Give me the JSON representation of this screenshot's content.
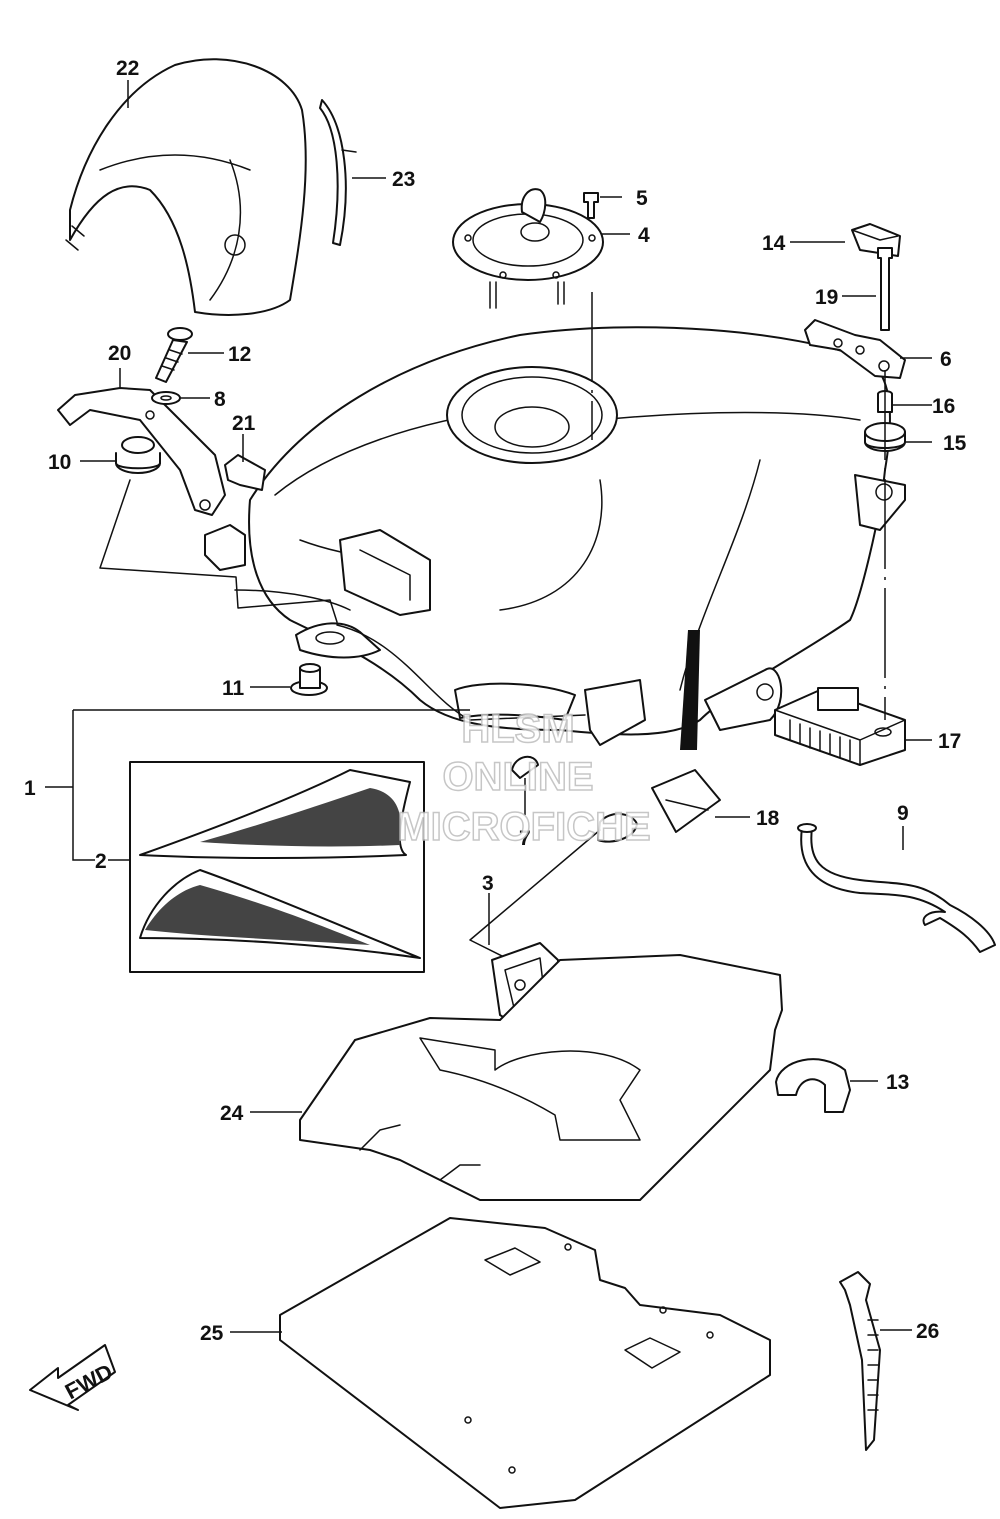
{
  "callouts": {
    "c1": "1",
    "c2": "2",
    "c3": "3",
    "c4": "4",
    "c5": "5",
    "c6": "6",
    "c7": "7",
    "c8": "8",
    "c9": "9",
    "c10": "10",
    "c11": "11",
    "c12": "12",
    "c13": "13",
    "c14": "14",
    "c15": "15",
    "c16": "16",
    "c17": "17",
    "c18": "18",
    "c19": "19",
    "c20": "20",
    "c21": "21",
    "c22": "22",
    "c23": "23",
    "c24": "24",
    "c25": "25",
    "c26": "26"
  },
  "watermark": {
    "line1": "HLSM",
    "line2": "ONLINE",
    "line3": "MICROFICHE"
  },
  "fwd_label": "FWD"
}
